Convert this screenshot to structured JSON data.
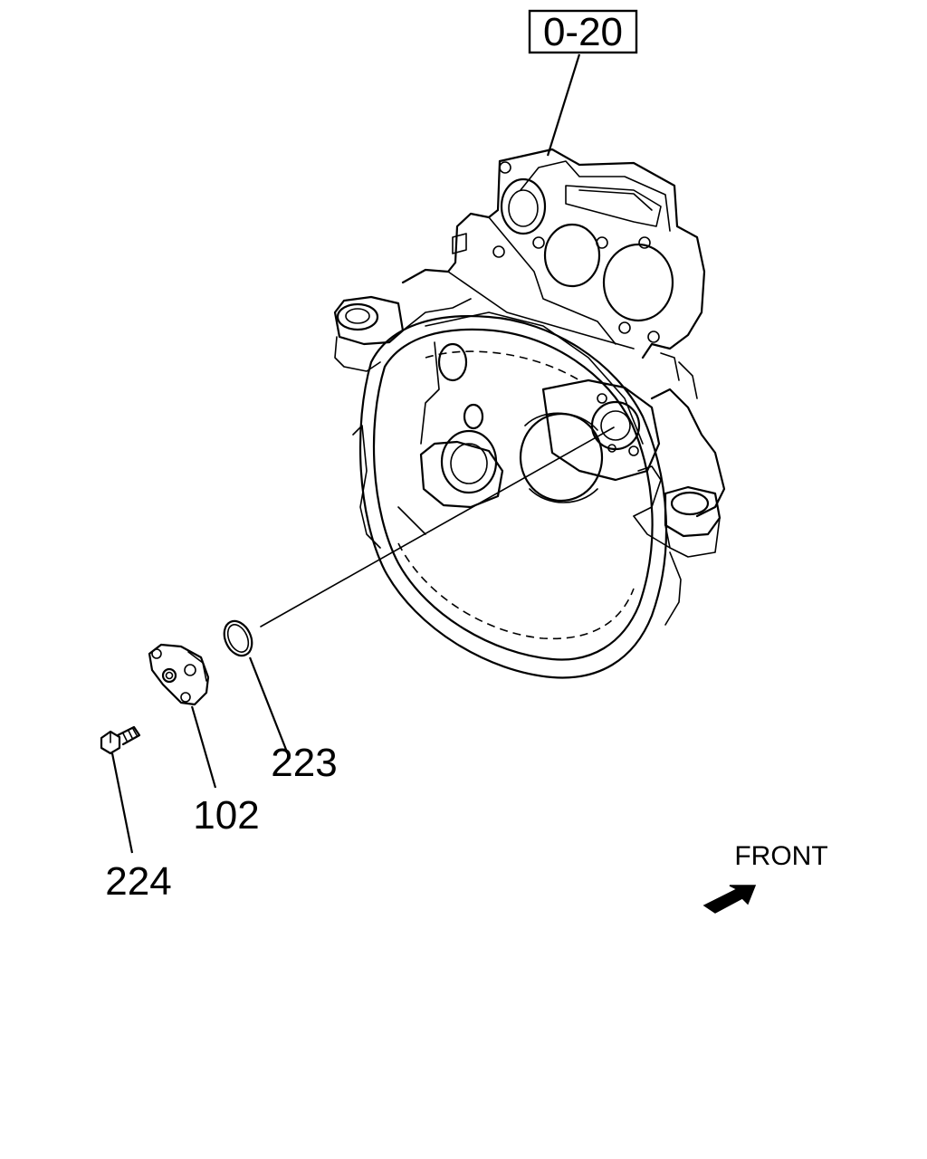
{
  "reference_box": {
    "label": "0-20"
  },
  "parts": [
    {
      "id": "part-223",
      "label": "223"
    },
    {
      "id": "part-102",
      "label": "102"
    },
    {
      "id": "part-224",
      "label": "224"
    }
  ],
  "front_indicator": {
    "label": "FRONT"
  },
  "colors": {
    "line": "#000000",
    "background": "#ffffff"
  }
}
